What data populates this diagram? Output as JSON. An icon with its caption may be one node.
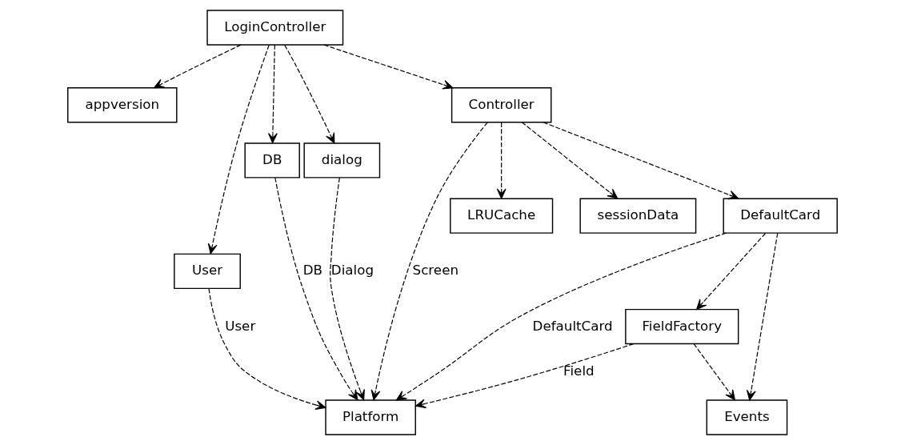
{
  "diagram": {
    "nodes": [
      {
        "text": [
          "LoginController"
        ]
      },
      {
        "text": [
          "appversion"
        ]
      },
      {
        "text": [
          "dialog"
        ]
      },
      {
        "text": [
          "Controller"
        ]
      },
      {
        "text": [
          "User"
        ]
      },
      {
        "text": [
          "DB"
        ]
      },
      {
        "text": [
          "DefaultCard"
        ]
      },
      {
        "text": [
          "Platform"
        ]
      },
      {
        "text": [
          "LRUCache"
        ]
      },
      {
        "text": [
          "sessionData"
        ]
      },
      {
        "text": [
          "FieldFactory"
        ]
      },
      {
        "text": [
          "Events"
        ]
      }
    ],
    "edges": [
      {
        "from": 0,
        "to": 1,
        "arrow": "to",
        "style": "dashed"
      },
      {
        "from": 0,
        "to": 2,
        "arrow": "to",
        "style": "dashed"
      },
      {
        "from": 0,
        "to": 3,
        "arrow": "to",
        "style": "dashed"
      },
      {
        "from": 0,
        "to": 4,
        "arrow": "to",
        "style": "dashed"
      },
      {
        "from": 0,
        "to": 5,
        "arrow": "to",
        "style": "dashed"
      },
      {
        "from": 3,
        "to": 6,
        "arrow": "to",
        "style": "dashed"
      },
      {
        "from": 3,
        "to": 8,
        "arrow": "to",
        "style": "dashed"
      },
      {
        "from": 3,
        "to": 9,
        "arrow": "to",
        "style": "dashed"
      },
      {
        "from": 6,
        "to": 10,
        "arrow": "to",
        "style": "dashed"
      },
      {
        "from": 6,
        "to": 7,
        "arrow": "to",
        "style": "dashed",
        "label": "DefaultCard"
      },
      {
        "from": 2,
        "to": 7,
        "arrow": "to",
        "style": "dashed",
        "label": "Dialog"
      },
      {
        "from": 3,
        "to": 7,
        "arrow": "to",
        "style": "dashed",
        "label": "Screen"
      },
      {
        "from": 4,
        "to": 7,
        "arrow": "to",
        "style": "dashed",
        "label": "User"
      },
      {
        "from": 5,
        "to": 7,
        "arrow": "to",
        "style": "dashed",
        "label": "DB"
      },
      {
        "from": 10,
        "to": 7,
        "arrow": "to",
        "style": "dashed",
        "label": "Field"
      },
      {
        "from": 10,
        "to": 11,
        "arrow": "to",
        "style": "dashed"
      },
      {
        "from": 6,
        "to": 11,
        "arrow": "to",
        "style": "dashed"
      }
    ]
  }
}
